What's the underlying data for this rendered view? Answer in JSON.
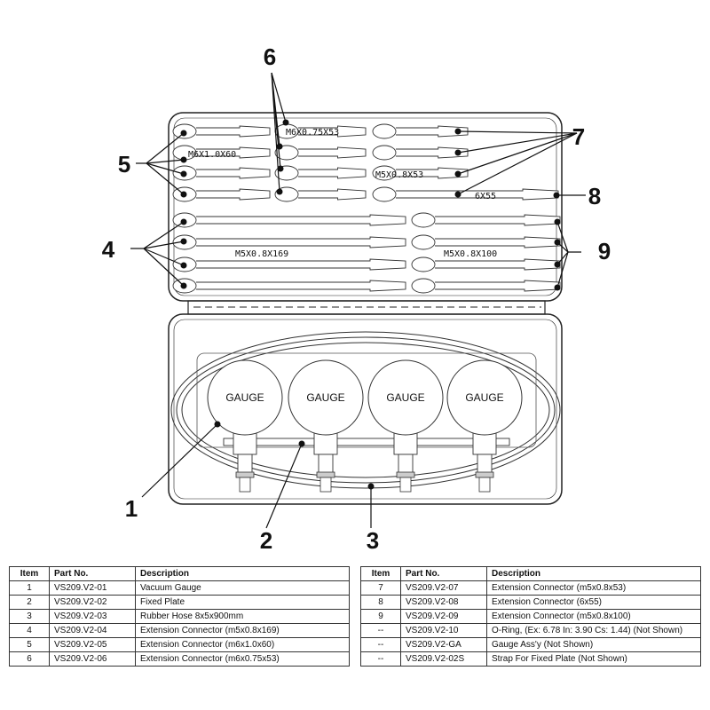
{
  "callouts": [
    "1",
    "2",
    "3",
    "4",
    "5",
    "6",
    "7",
    "8",
    "9"
  ],
  "gauge_label": "GAUGE",
  "size_labels": {
    "m6x075x53": "M6X0.75X53",
    "m6x10x60": "M6X1.0X60",
    "m5x08x53": "M5X0.8X53",
    "s6x55": "6X55",
    "m5x08x169": "M5X0.8X169",
    "m5x08x100": "M5X0.8X100"
  },
  "table_headers": {
    "item": "Item",
    "part": "Part No.",
    "desc": "Description"
  },
  "parts_left": [
    {
      "item": "1",
      "part": "VS209.V2-01",
      "desc": "Vacuum Gauge"
    },
    {
      "item": "2",
      "part": "VS209.V2-02",
      "desc": "Fixed Plate"
    },
    {
      "item": "3",
      "part": "VS209.V2-03",
      "desc": "Rubber Hose 8x5x900mm"
    },
    {
      "item": "4",
      "part": "VS209.V2-04",
      "desc": "Extension Connector (m5x0.8x169)"
    },
    {
      "item": "5",
      "part": "VS209.V2-05",
      "desc": "Extension Connector (m6x1.0x60)"
    },
    {
      "item": "6",
      "part": "VS209.V2-06",
      "desc": "Extension Connector (m6x0.75x53)"
    }
  ],
  "parts_right": [
    {
      "item": "7",
      "part": "VS209.V2-07",
      "desc": "Extension Connector (m5x0.8x53)"
    },
    {
      "item": "8",
      "part": "VS209.V2-08",
      "desc": "Extension Connector (6x55)"
    },
    {
      "item": "9",
      "part": "VS209.V2-09",
      "desc": "Extension Connector (m5x0.8x100)"
    },
    {
      "item": "--",
      "part": "VS209.V2-10",
      "desc": "O-Ring, (Ex: 6.78 In: 3.90 Cs: 1.44) (Not Shown)"
    },
    {
      "item": "--",
      "part": "VS209.V2-GA",
      "desc": "Gauge Ass'y (Not Shown)"
    },
    {
      "item": "--",
      "part": "VS209.V2-02S",
      "desc": "Strap For Fixed Plate (Not Shown)"
    }
  ]
}
